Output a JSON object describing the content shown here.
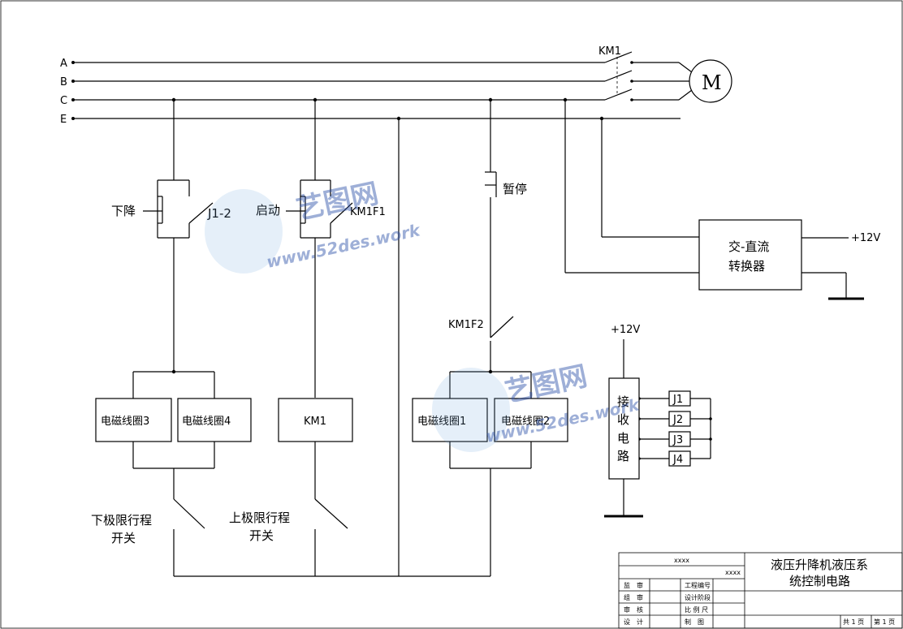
{
  "phases": [
    "A",
    "B",
    "C",
    "E"
  ],
  "motor": "M",
  "km1_main": "KM1",
  "contacts": {
    "down": "下降",
    "j12": "J1-2",
    "start": "启动",
    "km1f1": "KM1F1",
    "pause": "暂停",
    "km1f2": "KM1F2"
  },
  "converter": [
    "交-直流",
    "转换器"
  ],
  "plus12_top": "+12V",
  "plus12_recv": "+12V",
  "receiver": [
    "接",
    "收",
    "电",
    "路"
  ],
  "relays": [
    "J1",
    "J2",
    "J3",
    "J4"
  ],
  "coils": {
    "c3": "电磁线圈3",
    "c4": "电磁线圈4",
    "km1": "KM1",
    "c1": "电磁线圈1",
    "c2": "电磁线圈2"
  },
  "limits": {
    "lower": [
      "下极限行程",
      "开关"
    ],
    "upper": [
      "上极限行程",
      "开关"
    ]
  },
  "watermark": {
    "brand": "艺图网",
    "url": "www.52des.work"
  },
  "title_block": {
    "title": [
      "液压升降机液压系",
      "统控制电路"
    ],
    "code_top": "xxxx",
    "code_right": "xxxx",
    "rows": [
      [
        "监　审",
        "工程编号"
      ],
      [
        "组　审",
        "设计阶段"
      ],
      [
        "审　核",
        "比 例 尺"
      ],
      [
        "设　计",
        "制　图"
      ]
    ],
    "total_pages": "共 1 页",
    "page_no": "第 1 页"
  }
}
